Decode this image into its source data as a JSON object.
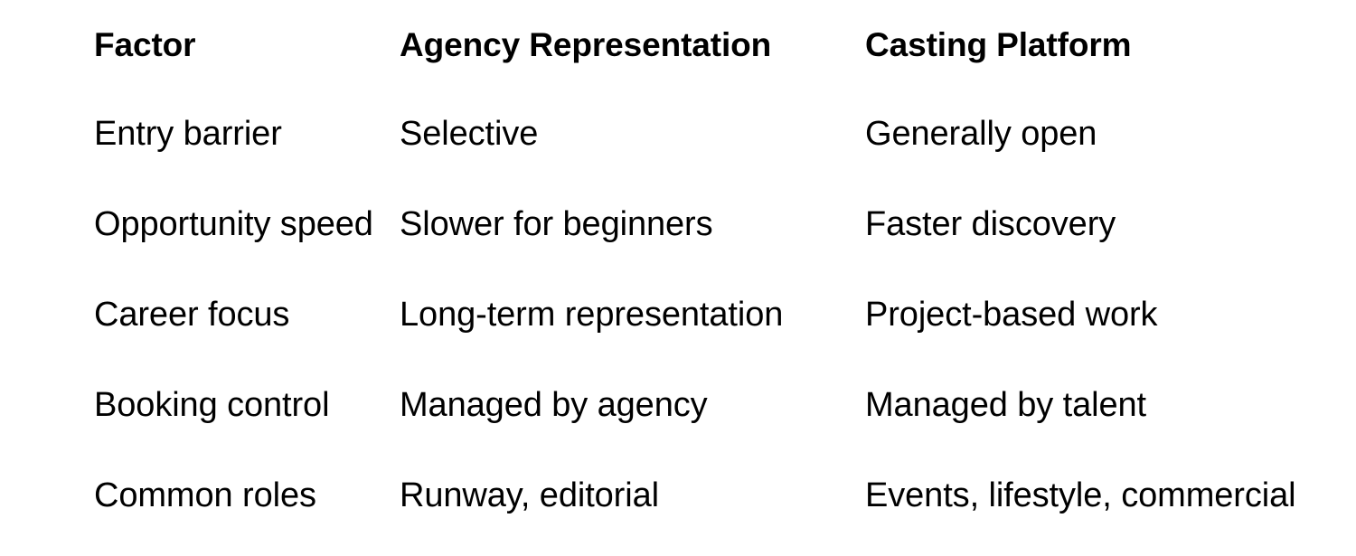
{
  "table": {
    "columns": [
      {
        "key": "factor",
        "label": "Factor"
      },
      {
        "key": "agency",
        "label": "Agency Representation"
      },
      {
        "key": "casting",
        "label": "Casting Platform"
      }
    ],
    "rows": [
      {
        "factor": "Entry barrier",
        "agency": "Selective",
        "casting": "Generally open"
      },
      {
        "factor": "Opportunity speed",
        "agency": "Slower for beginners",
        "casting": "Faster discovery"
      },
      {
        "factor": "Career focus",
        "agency": "Long-term representation",
        "casting": "Project-based work"
      },
      {
        "factor": "Booking control",
        "agency": "Managed by agency",
        "casting": "Managed by talent"
      },
      {
        "factor": "Common roles",
        "agency": "Runway, editorial",
        "casting": "Events, lifestyle, commercial"
      }
    ]
  },
  "style": {
    "background": "#ffffff",
    "text_color": "#000000"
  }
}
